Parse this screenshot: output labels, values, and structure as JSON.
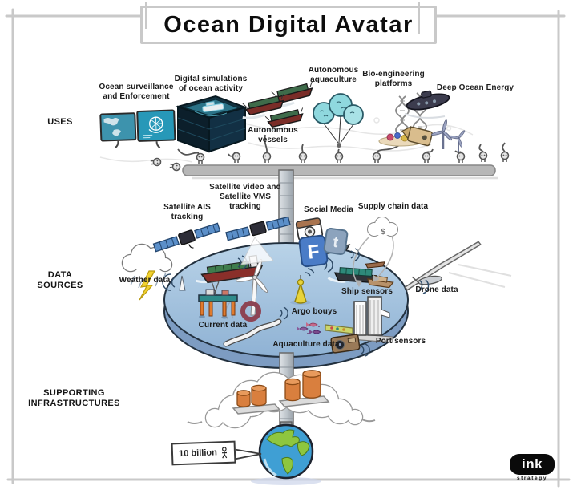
{
  "title": "Ocean Digital Avatar",
  "side_labels": {
    "uses": "USES",
    "data_sources": "DATA SOURCES",
    "supporting": "SUPPORTING INFRASTRUCTURES"
  },
  "uses": {
    "items": [
      {
        "label": "Ocean surveillance and Enforcement",
        "icon": "surveillance-monitors-icon"
      },
      {
        "label": "Digital simulations of ocean activity",
        "icon": "simulation-tank-icon"
      },
      {
        "label": "Autonomous vessels",
        "icon": "autonomous-vessels-icon"
      },
      {
        "label": "Autonomous aquaculture",
        "icon": "aquaculture-pods-icon"
      },
      {
        "label": "Bio-engineering platforms",
        "icon": "dna-reef-icon"
      },
      {
        "label": "Deep Ocean Energy",
        "icon": "deep-ocean-energy-icon"
      }
    ]
  },
  "data_sources": {
    "items": [
      {
        "label": "Satellite AIS tracking",
        "icon": "satellite-ais-icon"
      },
      {
        "label": "Satellite video and Satellite VMS tracking",
        "icon": "satellite-vms-icon"
      },
      {
        "label": "Social Media",
        "icon": "social-media-icons",
        "glyphs": {
          "facebook": "F",
          "tumblr": "t"
        }
      },
      {
        "label": "Supply chain data",
        "icon": "dollar-cloud-icon",
        "glyph": "$"
      },
      {
        "label": "Weather data",
        "icon": "storm-cloud-icon"
      },
      {
        "label": "Drone data",
        "icon": "glider-drone-icon"
      }
    ]
  },
  "disc": {
    "items": [
      {
        "label": "Current data"
      },
      {
        "label": "Argo bouys"
      },
      {
        "label": "Ship sensors"
      },
      {
        "label": "Aquaculture data"
      },
      {
        "label": "Port sensors"
      }
    ]
  },
  "callout": {
    "text": "10 billion"
  },
  "logo": {
    "main": "ink",
    "sub": "strategy"
  },
  "colors": {
    "disc_top": "#aecbe4",
    "disc_side": "#7d9cc2",
    "bar_gray": "#b7b7b7",
    "database_orange": "#d97f3e",
    "buoy_yellow": "#e8d33a",
    "lightning_yellow": "#f2d22e",
    "globe_blue": "#3f9fd4",
    "land_green": "#8ec63f",
    "facebook_blue": "#4a7cc7",
    "frame_gray": "#c9c9c9"
  }
}
